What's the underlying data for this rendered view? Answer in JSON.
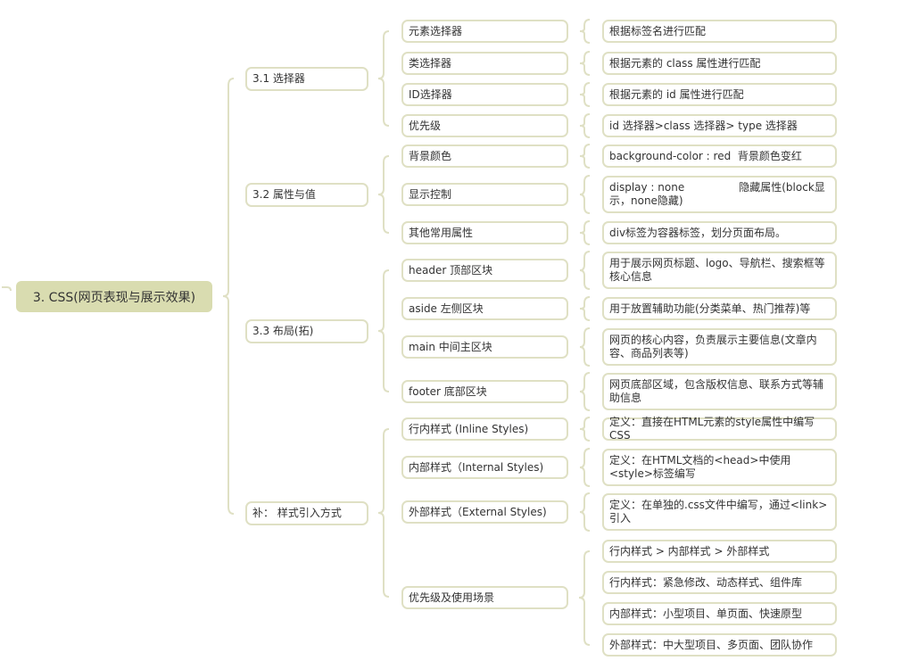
{
  "root": {
    "label": "3. CSS(网页表现与展示效果)"
  },
  "branches": [
    {
      "label": "3.1 选择器",
      "children": [
        {
          "label": "元素选择器",
          "details": [
            "根据标签名进行匹配"
          ]
        },
        {
          "label": "类选择器",
          "details": [
            "根据元素的 class 属性进行匹配"
          ]
        },
        {
          "label": "ID选择器",
          "details": [
            "根据元素的 id 属性进行匹配"
          ]
        },
        {
          "label": "优先级",
          "details": [
            "id 选择器>class 选择器> type 选择器"
          ]
        }
      ]
    },
    {
      "label": "3.2 属性与值",
      "children": [
        {
          "label": "背景颜色",
          "details": [
            "background-color : red  背景颜色变红"
          ]
        },
        {
          "label": "显示控制",
          "details": [
            "display : none                隐藏属性(block显示，none隐藏)"
          ]
        },
        {
          "label": "其他常用属性",
          "details": [
            "div标签为容器标签，划分页面布局。"
          ]
        }
      ]
    },
    {
      "label": "3.3 布局(拓)",
      "children": [
        {
          "label": "header 顶部区块",
          "details": [
            "用于展示网页标题、logo、导航栏、搜索框等核心信息"
          ]
        },
        {
          "label": "aside 左侧区块",
          "details": [
            "用于放置辅助功能(分类菜单、热门推荐)等"
          ]
        },
        {
          "label": "main 中间主区块",
          "details": [
            "网页的核心内容，负责展示主要信息(文章内容、商品列表等)"
          ]
        },
        {
          "label": "footer 底部区块",
          "details": [
            "网页底部区域，包含版权信息、联系方式等辅助信息"
          ]
        }
      ]
    },
    {
      "label": "补： 样式引入方式",
      "children": [
        {
          "label": "行内样式 (Inline Styles)",
          "details": [
            "定义：直接在HTML元素的style属性中编写CSS"
          ]
        },
        {
          "label": "内部样式（Internal Styles)",
          "details": [
            "定义：在HTML文档的<head>中使用<style>标签编写"
          ]
        },
        {
          "label": "外部样式（External Styles)",
          "details": [
            "定义：在单独的.css文件中编写，通过<link>引入"
          ]
        },
        {
          "label": "优先级及使用场景",
          "details": [
            "行内样式 > 内部样式 > 外部样式",
            "行内样式：紧急修改、动态样式、组件库",
            "内部样式：小型项目、单页面、快速原型",
            "外部样式：中大型项目、多页面、团队协作"
          ]
        }
      ]
    }
  ],
  "colors": {
    "root_fill": "#d9dcb0",
    "border": "#dfe0c4",
    "text": "#333333",
    "background": "#ffffff"
  }
}
